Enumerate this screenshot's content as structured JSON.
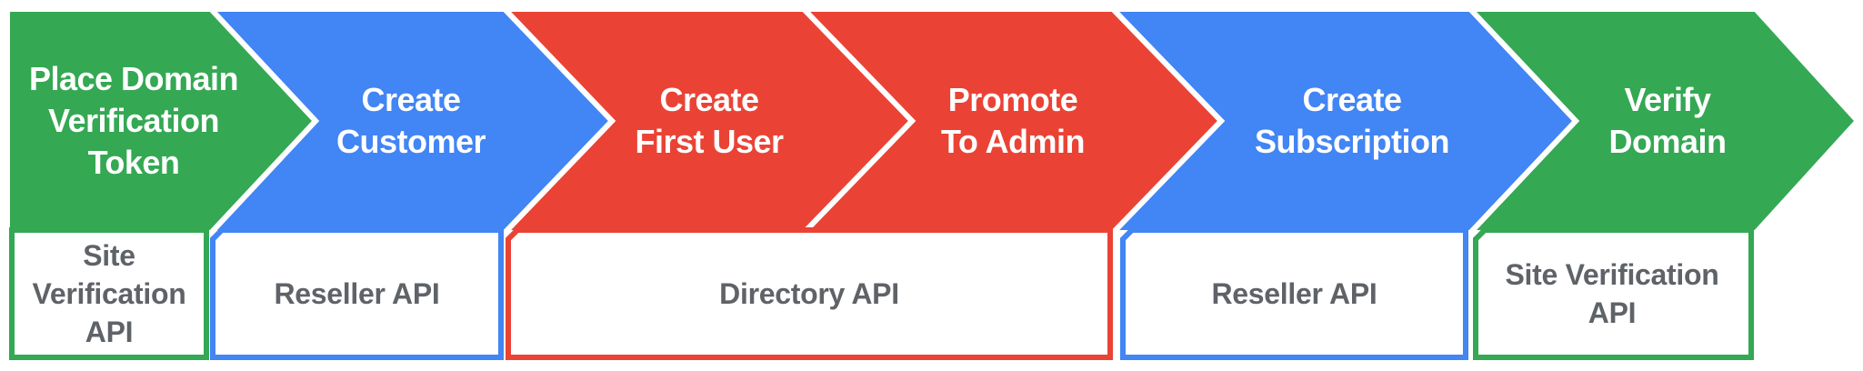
{
  "palette": {
    "green": "#34A853",
    "blue": "#4285F4",
    "red": "#EA4335",
    "box_fill": "#FFFFFF",
    "box_text_gray": "#5F6368",
    "separator_white": "#FFFFFF",
    "step_text_white": "#FFFFFF"
  },
  "steps": [
    {
      "label": "Place Domain Verification Token",
      "lines": [
        "Place Domain",
        "Verification",
        "Token"
      ],
      "color": "#34A853",
      "api": "Site Verification API"
    },
    {
      "label": "Create Customer",
      "lines": [
        "Create",
        "Customer"
      ],
      "color": "#4285F4",
      "api": "Reseller API"
    },
    {
      "label": "Create First User",
      "lines": [
        "Create",
        "First User"
      ],
      "color": "#EA4335",
      "api": "Directory API"
    },
    {
      "label": "Promote To Admin",
      "lines": [
        "Promote",
        "To Admin"
      ],
      "color": "#EA4335",
      "api": "Directory API"
    },
    {
      "label": "Create Subscription",
      "lines": [
        "Create",
        "Subscription"
      ],
      "color": "#4285F4",
      "api": "Reseller API"
    },
    {
      "label": "Verify Domain",
      "lines": [
        "Verify",
        "Domain"
      ],
      "color": "#34A853",
      "api": "Site Verification API"
    }
  ],
  "api_boxes": [
    {
      "label": "Site Verification API",
      "color": "#34A853"
    },
    {
      "label": "Reseller API",
      "color": "#4285F4"
    },
    {
      "label": "Directory API",
      "color": "#EA4335"
    },
    {
      "label": "Reseller API",
      "color": "#4285F4"
    },
    {
      "label": "Site Verification API",
      "color": "#34A853"
    }
  ]
}
